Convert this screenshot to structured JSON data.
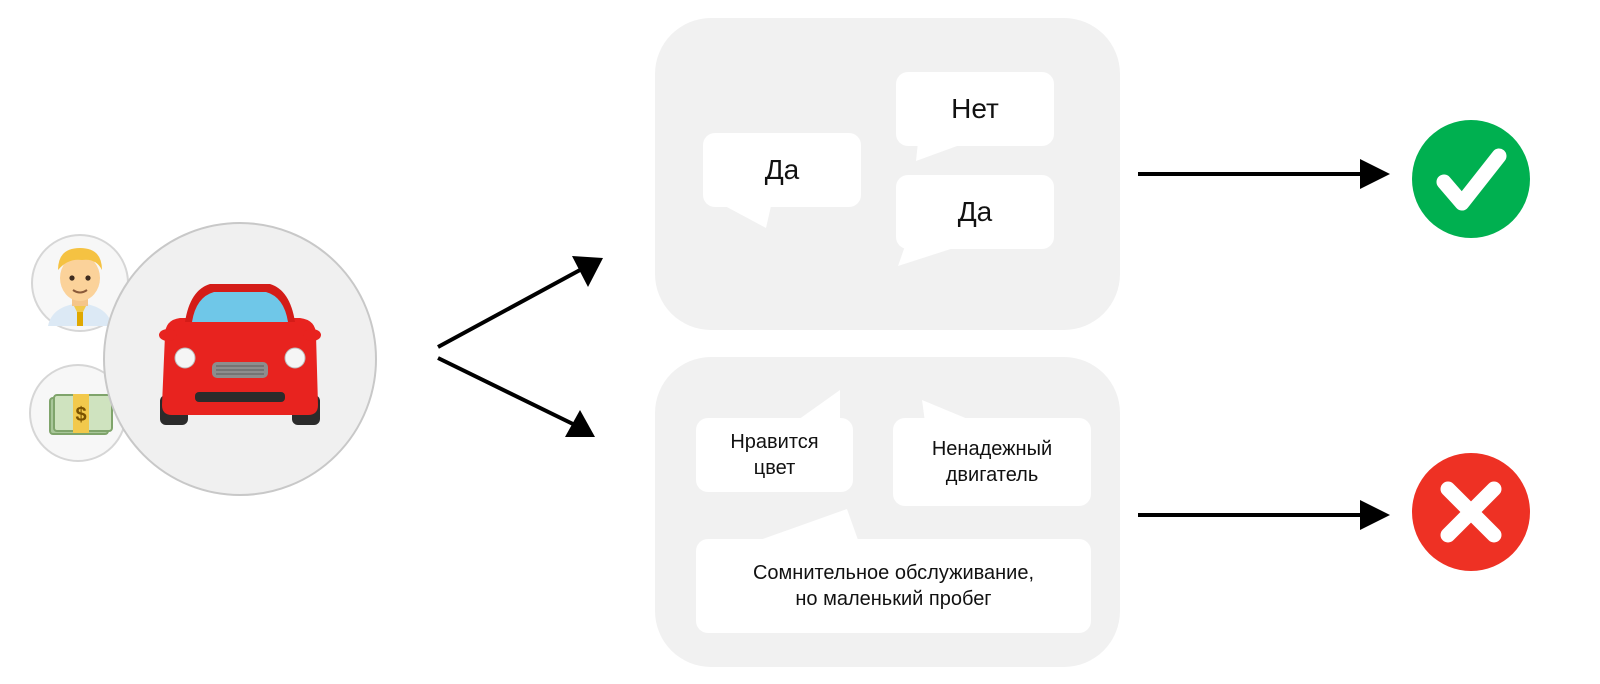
{
  "subject": {
    "person_icon": "man-office-worker-icon",
    "money_icon": "dollar-banknote-icon",
    "car_icon": "red-car-icon"
  },
  "positive_panel": {
    "bubbles": [
      {
        "text": "Да"
      },
      {
        "text": "Нет"
      },
      {
        "text": "Да"
      }
    ],
    "result_icon": "check-icon",
    "result_color": "#00b050"
  },
  "negative_panel": {
    "bubbles": [
      {
        "text": "Нравится\nцвет"
      },
      {
        "text": "Ненадежный\nдвигатель"
      },
      {
        "text": "Сомнительное обслуживание,\nно маленький пробег"
      }
    ],
    "result_icon": "cross-icon",
    "result_color": "#ee3124"
  },
  "colors": {
    "panel": "#f1f1f1",
    "arrow": "#000000",
    "car_body": "#e8231f"
  }
}
